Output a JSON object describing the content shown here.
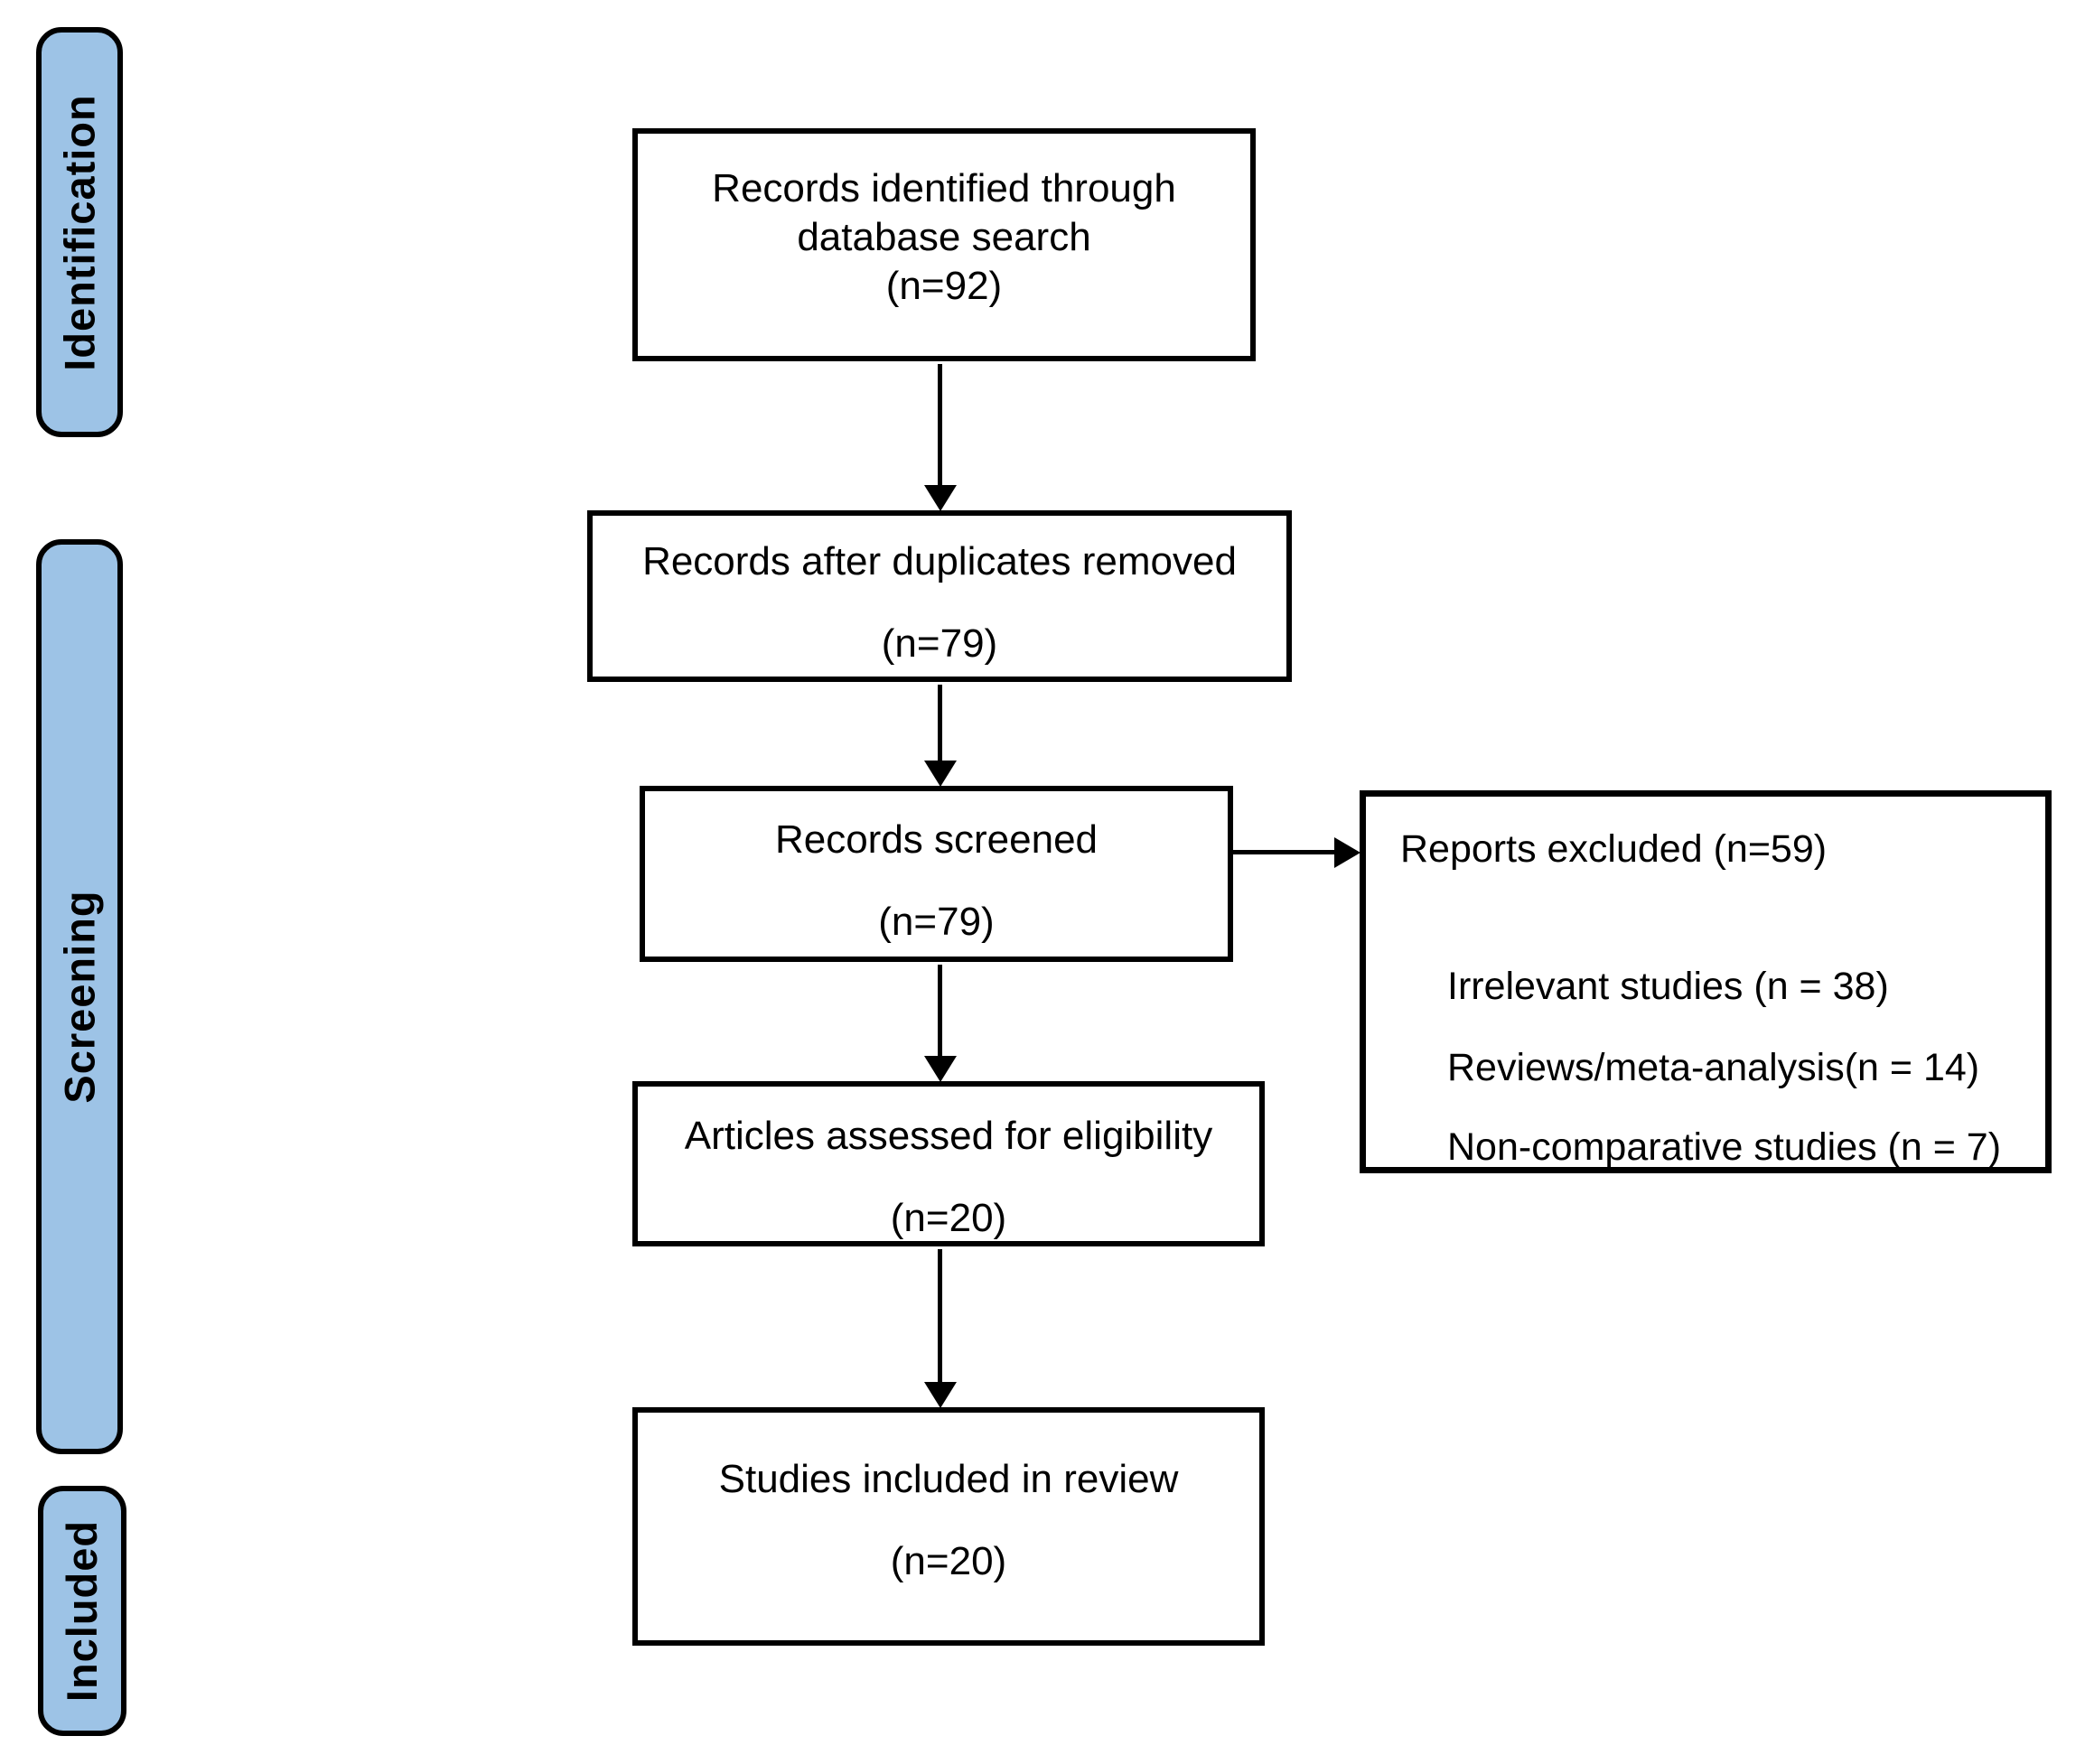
{
  "diagram_type": "study-selection-flow",
  "stages": [
    {
      "label": "Identification"
    },
    {
      "label": "Screening"
    },
    {
      "label": "Included"
    }
  ],
  "flow_boxes": [
    {
      "name": "records-identified",
      "lines": [
        "Records identified through",
        "database search",
        "(n=92)"
      ]
    },
    {
      "name": "records-after-duplicates",
      "lines": [
        "Records after duplicates removed",
        "(n=79)"
      ]
    },
    {
      "name": "records-screened",
      "lines": [
        "Records screened",
        "(n=79)"
      ]
    },
    {
      "name": "articles-assessed",
      "lines": [
        "Articles assessed for eligibility",
        "(n=20)"
      ]
    },
    {
      "name": "studies-included",
      "lines": [
        "Studies included in review",
        "(n=20)"
      ]
    }
  ],
  "excluded_box": {
    "title": "Reports excluded (n=59)",
    "items": [
      "Irrelevant studies (n = 38)",
      "Reviews/meta-analysis(n = 14)",
      "Non-comparative studies (n = 7)"
    ]
  },
  "counts": {
    "identified": 92,
    "after_duplicates": 79,
    "screened": 79,
    "assessed_for_eligibility": 20,
    "included_in_review": 20,
    "reports_excluded": 59,
    "irrelevant_studies": 38,
    "reviews_meta_analysis": 14,
    "non_comparative_studies": 7
  },
  "colors": {
    "stage_fill": "#9DC3E6",
    "line": "#000000",
    "background": "#FFFFFF"
  }
}
